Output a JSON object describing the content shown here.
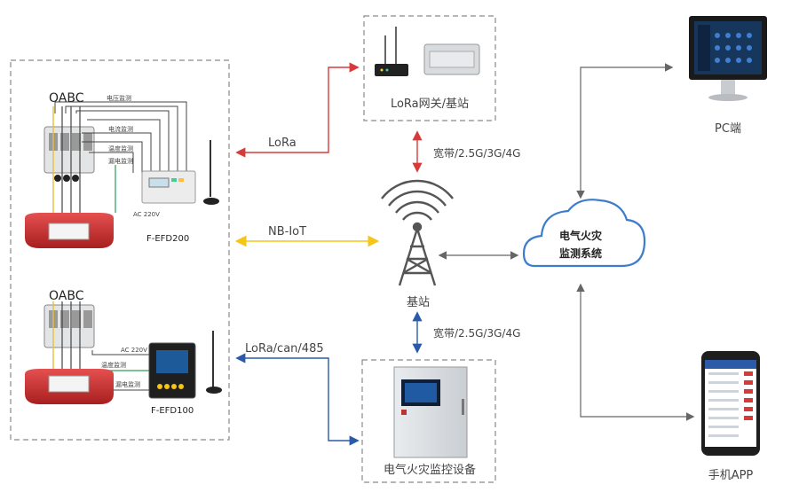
{
  "left_panel": {
    "top_device": {
      "phase_label": "OABC",
      "monitor_labels": [
        "电压监测",
        "电流监测",
        "温度监测",
        "漏电监测"
      ],
      "power_label": "AC 220V",
      "model": "F-EFD200"
    },
    "bottom_device": {
      "phase_label": "OABC",
      "power_label": "AC 220V",
      "monitor_labels": [
        "温度监测",
        "漏电监测"
      ],
      "model": "F-EFD100"
    }
  },
  "links": {
    "lora": "LoRa",
    "nbiot": "NB-IoT",
    "lora_can_485": "LoRa/can/485",
    "broadband_top": "宽带/2.5G/3G/4G",
    "broadband_bottom": "宽带/2.5G/3G/4G"
  },
  "nodes": {
    "gateway": "LoRa网关/基站",
    "base_station": "基站",
    "cloud_line1": "电气火灾",
    "cloud_line2": "监测系统",
    "pc": "PC端",
    "monitor_device": "电气火灾监控设备",
    "mobile_app": "手机APP"
  },
  "colors": {
    "red_arrow": "#d83a3a",
    "yellow_arrow": "#f5c518",
    "blue_arrow": "#2a5aa8",
    "gray_arrow": "#666666",
    "dashed_border": "#8a8a8a",
    "cloud_stroke": "#3d7ccd"
  }
}
